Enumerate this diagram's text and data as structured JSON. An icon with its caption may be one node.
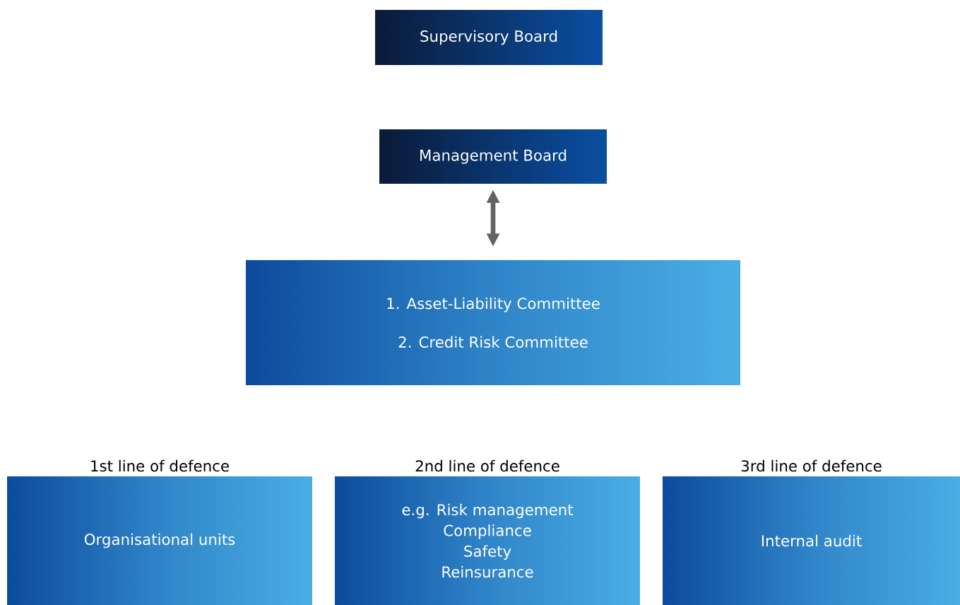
{
  "diagram": {
    "nodes": [
      {
        "text": [
          "Supervisory Board"
        ]
      },
      {
        "text": [
          "Management Board"
        ]
      },
      {
        "text": [
          "1. Asset-Liability Committee",
          "2. Credit Risk Committee"
        ]
      },
      {
        "text": [
          "1st line of defence",
          "Organisational units"
        ]
      },
      {
        "text": [
          "2nd line of defence",
          "e.g. Risk management",
          "Compliance",
          "Safety",
          "Reinsurance"
        ]
      },
      {
        "text": [
          "3rd line of defence",
          "Internal audit"
        ]
      }
    ],
    "edges": [
      {
        "from": 1,
        "to": 2,
        "arrow": "both"
      }
    ]
  }
}
